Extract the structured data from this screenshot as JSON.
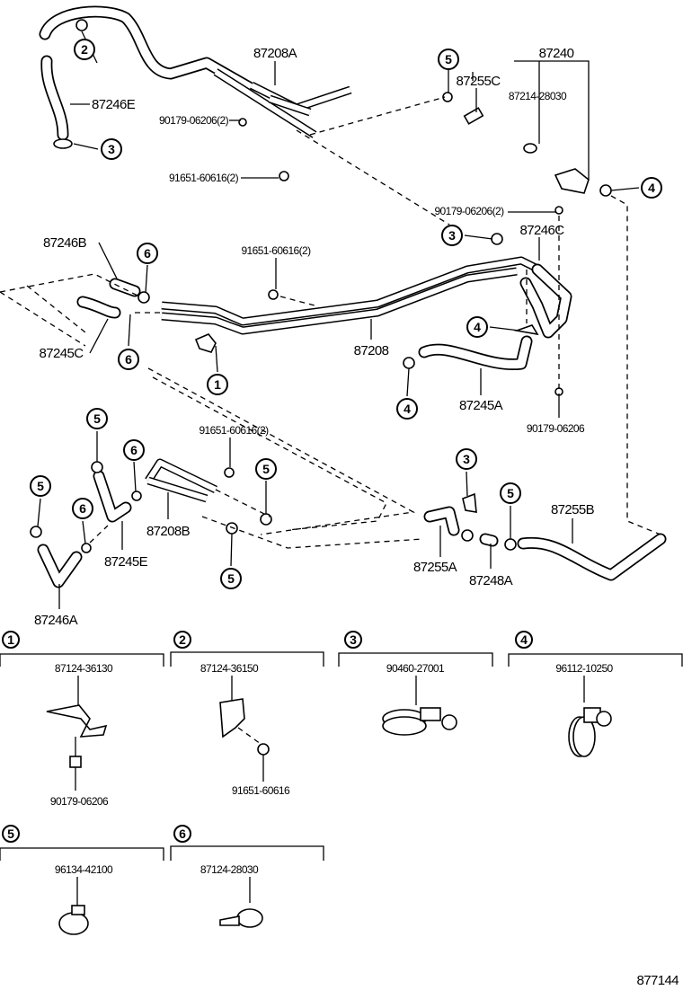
{
  "labels": [
    "87208A",
    "87246E",
    "90179-06206(2)",
    "91651-60616(2)",
    "87240",
    "87255C",
    "87214-28030",
    "90179-06206(2)",
    "87246C",
    "87246B",
    "91651-60616(2)",
    "87245C",
    "87208",
    "87245A",
    "90179-06206",
    "91651-60616(2)",
    "87208B",
    "87245E",
    "87255B",
    "87255A",
    "87248A",
    "87246A"
  ],
  "callouts": [
    "2",
    "3",
    "5",
    "4",
    "3",
    "6",
    "6",
    "1",
    "4",
    "4",
    "5",
    "6",
    "5",
    "6",
    "5",
    "5",
    "3",
    "5"
  ],
  "legend": [
    {
      "num": "1",
      "parts": [
        "87124-36130",
        "90179-06206"
      ]
    },
    {
      "num": "2",
      "parts": [
        "87124-36150",
        "91651-60616"
      ]
    },
    {
      "num": "3",
      "parts": [
        "90460-27001"
      ]
    },
    {
      "num": "4",
      "parts": [
        "96112-10250"
      ]
    },
    {
      "num": "5",
      "parts": [
        "96134-42100"
      ]
    },
    {
      "num": "6",
      "parts": [
        "87124-28030"
      ]
    }
  ],
  "diagram_id": "877144"
}
